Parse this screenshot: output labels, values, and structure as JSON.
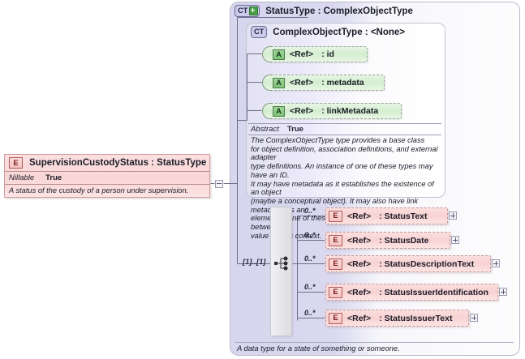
{
  "diagram": {
    "kind": "xsd-schema-diagram",
    "colors": {
      "panel_fill": "#d9d8ef",
      "attribute_fill": "#d4edcf",
      "element_fill": "#f9d6d6",
      "compositor_fill": "#e6e6ec",
      "border": "#b9b9c9"
    }
  },
  "outer_type": {
    "badge": "CT",
    "badge_icon": "complex-type-expandable-icon",
    "title": "StatusType : ComplexObjectType",
    "documentation": "A data type for a state of something or someone."
  },
  "inner_type": {
    "badge": "CT",
    "badge_icon": "complex-type-icon",
    "title": "ComplexObjectType : <None>",
    "abstract_key": "Abstract",
    "abstract_value": "True",
    "documentation": "The ComplexObjectType type provides a base class\nfor object definition, association definitions, and external adapter\ntype definitions. An instance of one of these types may have an ID.\nIt may have metadata as it establishes the existence of an object\n(maybe a conceptual object). It may also have link metadata, as an\nelement of one of these types establishes a relationship between its\nvalue and its context.",
    "attributes": [
      {
        "badge": "A",
        "ref": "<Ref>",
        "name": ": id"
      },
      {
        "badge": "A",
        "ref": "<Ref>",
        "name": ": metadata"
      },
      {
        "badge": "A",
        "ref": "<Ref>",
        "name": ": linkMetadata"
      }
    ]
  },
  "element": {
    "badge": "E",
    "title": "SupervisionCustodyStatus : StatusType",
    "property_key": "Nillable",
    "property_value": "True",
    "documentation": "A status of the custody of a person under supervision.",
    "connector_state": "collapse-minus-box"
  },
  "compositor": {
    "type": "sequence",
    "icon": "sequence-compositor-icon",
    "cardinality": "[1]..[1]"
  },
  "children": [
    {
      "badge": "E",
      "ref": "<Ref>",
      "name": ": StatusText",
      "occurs": "0..*",
      "expander": "plus"
    },
    {
      "badge": "E",
      "ref": "<Ref>",
      "name": ": StatusDate",
      "occurs": "0..*",
      "expander": "plus"
    },
    {
      "badge": "E",
      "ref": "<Ref>",
      "name": ": StatusDescriptionText",
      "occurs": "0..*",
      "expander": "plus"
    },
    {
      "badge": "E",
      "ref": "<Ref>",
      "name": ": StatusIssuerIdentification",
      "occurs": "0..*",
      "expander": "plus"
    },
    {
      "badge": "E",
      "ref": "<Ref>",
      "name": ": StatusIssuerText",
      "occurs": "0..*",
      "expander": "plus"
    }
  ]
}
